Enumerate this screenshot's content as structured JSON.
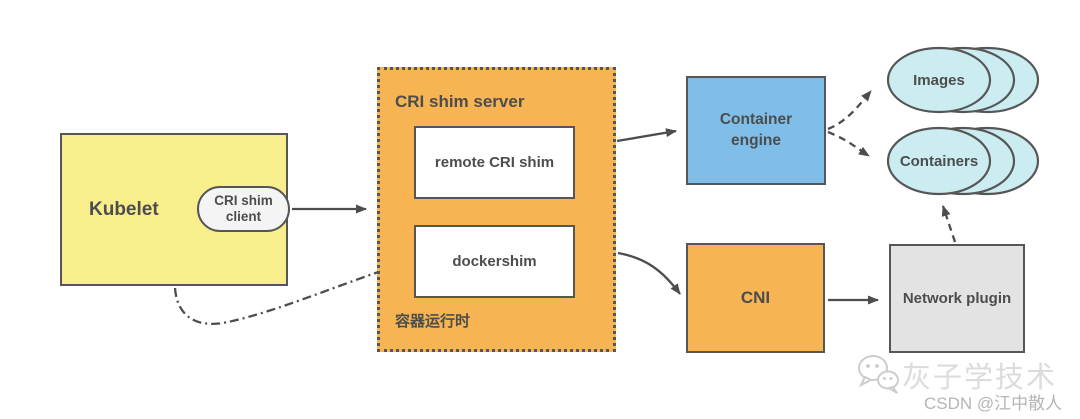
{
  "nodes": {
    "kubelet": {
      "label": "Kubelet"
    },
    "cri_shim_client": {
      "line1": "CRI shim",
      "line2": "client"
    },
    "cri_shim_server": {
      "title": "CRI shim server",
      "remote_cri_shim": "remote CRI shim",
      "dockershim": "dockershim",
      "runtime_label": "容器运行时"
    },
    "container_engine": {
      "line1": "Container",
      "line2": "engine"
    },
    "cni": {
      "label": "CNI"
    },
    "network_plugin": {
      "label": "Network plugin"
    },
    "images_stack": {
      "label": "Images"
    },
    "containers_stack": {
      "label": "Containers"
    }
  },
  "connections": [
    {
      "from": "cri-shim-client",
      "to": "cri-shim-server",
      "style": "solid-arrow"
    },
    {
      "from": "cri-shim-server",
      "to": "container-engine",
      "style": "solid-arrow"
    },
    {
      "from": "kubelet",
      "to": "dockershim",
      "style": "dash-dot-arrow"
    },
    {
      "from": "dockershim",
      "to": "cni",
      "style": "solid-arrow"
    },
    {
      "from": "cni",
      "to": "network-plugin",
      "style": "solid-arrow"
    },
    {
      "from": "container-engine",
      "to": "images",
      "style": "dashed-arrow"
    },
    {
      "from": "container-engine",
      "to": "containers",
      "style": "dashed-arrow"
    },
    {
      "from": "network-plugin",
      "to": "containers",
      "style": "dashed-arrow"
    }
  ],
  "watermark": {
    "icon": "wechat-icon",
    "brand": "灰子学技术",
    "credit": "CSDN @江中散人"
  },
  "colors": {
    "yellow": "#f8ee8c",
    "orange": "#f6b452",
    "blue": "#7ebee9",
    "cyan": "#cbedf2",
    "gray": "#e3e3e3",
    "capsule": "#f4f4f4",
    "border": "#565656",
    "text": "#4d4d4d",
    "arrow": "#4d4d4d",
    "wm-light": "#dcdcdc",
    "wm-gray": "#b5b5b5"
  }
}
